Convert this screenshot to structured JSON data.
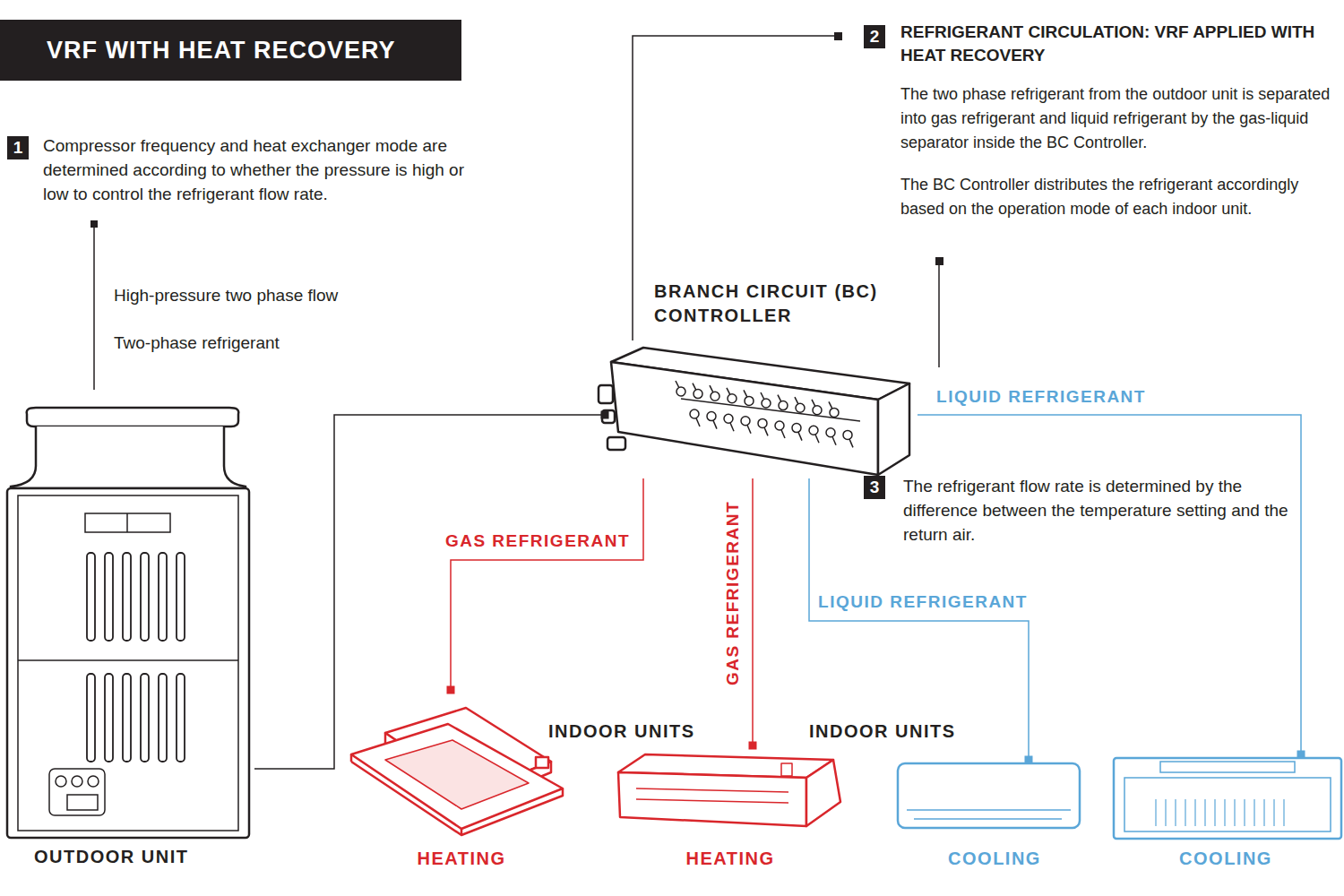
{
  "diagram": {
    "title": "VRF WITH HEAT RECOVERY",
    "nodes": [
      {
        "text": [
          "OUTDOOR UNIT"
        ]
      },
      {
        "text": [
          "BRANCH CIRCUIT (BC) CONTROLLER"
        ]
      },
      {
        "text": [
          "HEATING"
        ]
      },
      {
        "text": [
          "HEATING"
        ]
      },
      {
        "text": [
          "COOLING"
        ]
      },
      {
        "text": [
          "COOLING"
        ]
      }
    ],
    "edges": [
      {
        "from": 0,
        "to": 1,
        "arrow": "none"
      },
      {
        "from": 1,
        "to": 2,
        "label": "GAS REFRIGERANT",
        "arrow": "none"
      },
      {
        "from": 1,
        "to": 3,
        "label": "GAS REFRIGERANT",
        "arrow": "none"
      },
      {
        "from": 1,
        "to": 4,
        "label": "LIQUID REFRIGERANT",
        "arrow": "none"
      },
      {
        "from": 1,
        "to": 5,
        "label": "LIQUID REFRIGERANT",
        "arrow": "none"
      }
    ],
    "labels": [
      "1",
      "Compressor frequency and heat exchanger mode are determined according to whether the pressure is high or low to control the refrigerant flow rate.",
      "High-pressure two phase flow",
      "Two-phase refrigerant",
      "2",
      "REFRIGERANT CIRCULATION: VRF APPLIED WITH HEAT RECOVERY",
      "The two phase refrigerant from the outdoor unit is separated into gas refrigerant and liquid refrigerant by the gas-liquid separator inside the BC Controller.",
      "The BC Controller distributes the refrigerant accordingly based on the operation mode of each indoor unit.",
      "3",
      "The refrigerant flow rate is determined by the difference between the temperature setting and the return air.",
      "INDOOR UNITS",
      "INDOOR UNITS"
    ]
  }
}
